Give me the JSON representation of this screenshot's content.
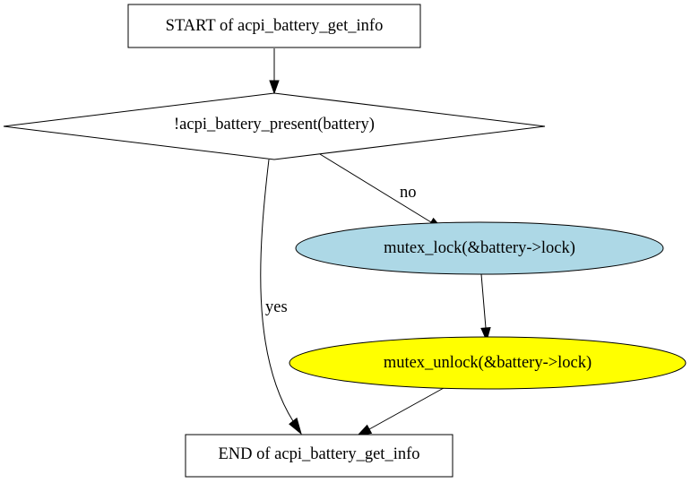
{
  "diagram": {
    "nodes": {
      "start": {
        "label": "START of acpi_battery_get_info",
        "shape": "box",
        "fill": "#ffffff"
      },
      "decision": {
        "label": "!acpi_battery_present(battery)",
        "shape": "diamond",
        "fill": "#ffffff"
      },
      "lock": {
        "label": "mutex_lock(&battery->lock)",
        "shape": "ellipse",
        "fill": "#add8e6"
      },
      "unlock": {
        "label": "mutex_unlock(&battery->lock)",
        "shape": "ellipse",
        "fill": "#ffff00"
      },
      "end": {
        "label": "END of acpi_battery_get_info",
        "shape": "box",
        "fill": "#ffffff"
      }
    },
    "edges": [
      {
        "from": "start",
        "to": "decision",
        "label": ""
      },
      {
        "from": "decision",
        "to": "lock",
        "label": "no"
      },
      {
        "from": "decision",
        "to": "end",
        "label": "yes"
      },
      {
        "from": "lock",
        "to": "unlock",
        "label": ""
      },
      {
        "from": "unlock",
        "to": "end",
        "label": ""
      }
    ]
  }
}
